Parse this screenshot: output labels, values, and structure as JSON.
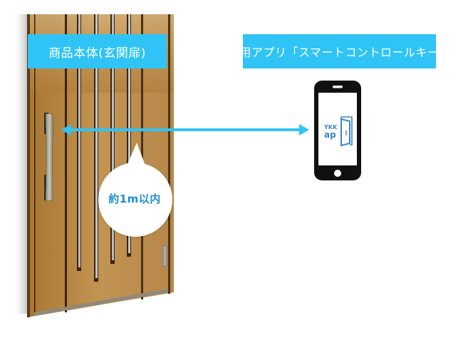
{
  "door": {
    "label": "商品本体(玄関扉)",
    "description": "door-image"
  },
  "app": {
    "label": "専用アプリ「スマートコントロールキー」",
    "phone_logo_top": "YKK",
    "phone_logo_bottom": "ap"
  },
  "distance": {
    "bubble_text": "約1m以内"
  },
  "colors": {
    "accent": "#2fc4f5",
    "arrow": "#2fc4f5",
    "bubble_text": "#1a8fd0",
    "wood": "#b98a46",
    "wood_dark": "#4a3018",
    "phone": "#111111",
    "logo": "#3a86c8"
  }
}
